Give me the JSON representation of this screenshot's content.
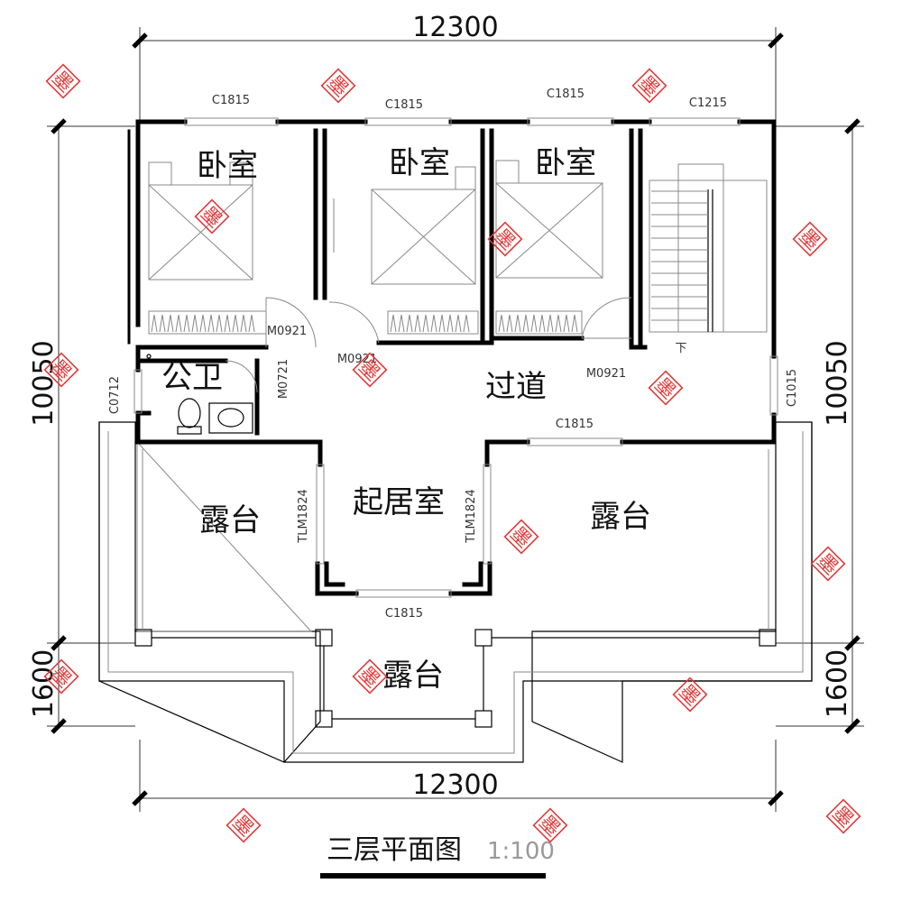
{
  "drawing": {
    "title": "三层平面图",
    "scale": "1:100"
  },
  "dimensions": {
    "top_width": "12300",
    "bottom_width": "12300",
    "left_depth": "10050",
    "right_depth": "10050",
    "left_terrace": "1600",
    "right_terrace": "1600"
  },
  "rooms": {
    "bedroom_1": "卧室",
    "bedroom_2": "卧室",
    "bedroom_3": "卧室",
    "bathroom": "公卫",
    "corridor": "过道",
    "living_room": "起居室",
    "terrace_left": "露台",
    "terrace_right": "露台",
    "terrace_front": "露台"
  },
  "openings": {
    "window_bedroom_1": "C1815",
    "window_bedroom_2": "C1815",
    "window_bedroom_3": "C1815",
    "window_stair": "C1215",
    "window_bath": "C0712",
    "window_corridor_right": "C1015",
    "window_corridor_terrace": "C1815",
    "window_living_front": "C1815",
    "door_bedroom_1": "M0921",
    "door_bedroom_2": "M0921",
    "door_bedroom_3": "M0921",
    "door_bath": "M0721",
    "slider_living_left": "TLM1824",
    "slider_living_right": "TLM1824"
  },
  "stair_label": "下",
  "watermark": "墨"
}
